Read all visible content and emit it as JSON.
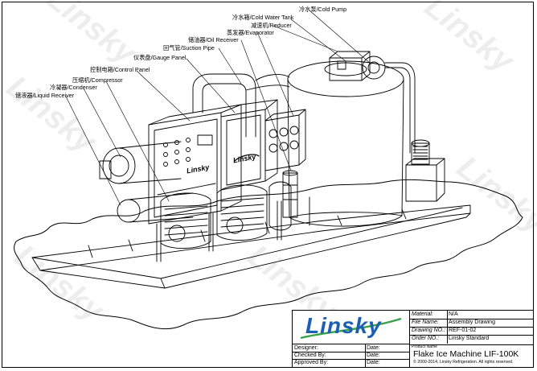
{
  "callouts": [
    {
      "id": "cold-pump",
      "text": "冷水泵/Cold Pump"
    },
    {
      "id": "cold-water-tank",
      "text": "冷水箱/Cold Water Tank"
    },
    {
      "id": "reducer",
      "text": "减速机/Reducer"
    },
    {
      "id": "evaporator",
      "text": "蒸发器/Evaporator"
    },
    {
      "id": "oil-receiver",
      "text": "储油器/Oil Receiver"
    },
    {
      "id": "suction-pipe",
      "text": "回气管/Suction Pipe"
    },
    {
      "id": "gauge-panel",
      "text": "仪表盘/Gauge Panel"
    },
    {
      "id": "control-panel",
      "text": "控制电箱/Control Panel"
    },
    {
      "id": "compressor",
      "text": "压缩机/Compressor"
    },
    {
      "id": "condenser",
      "text": "冷凝器/Condenser"
    },
    {
      "id": "liquid-receiver",
      "text": "储液器/Liquid Receiver"
    }
  ],
  "watermark": "Linsky",
  "panel_logo": "Linsky",
  "title_block": {
    "logo": "Linsky",
    "material_label": "Material:",
    "material_value": "N/A",
    "file_name_label": "File Name:",
    "file_name_value": "Assembly Drawing",
    "drawing_no_label": "Drawing NO.:",
    "drawing_no_value": "REF-01-02",
    "order_no_label": "Order NO.:",
    "order_no_value": "Linsky Standard",
    "product_name_label": "Product Name",
    "product_name_value": "Flake Ice Machine LIF-100K",
    "copyright": "© 2000-2014, Linsky Refrigeration. All rights reserved.",
    "designer_label": "Designer:",
    "checked_by_label": "Checked By:",
    "approved_by_label": "Approved By:",
    "date_label": "Date:"
  },
  "colors": {
    "logo_blue": "#1b5fb4",
    "logo_green": "#3aa04a",
    "line": "#000000"
  }
}
